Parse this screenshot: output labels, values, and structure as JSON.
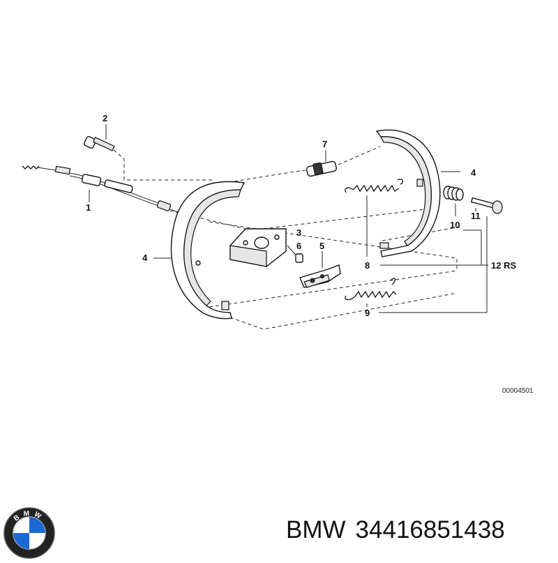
{
  "diagram": {
    "labels": {
      "l1": "1",
      "l2": "2",
      "l3": "3",
      "l4a": "4",
      "l4b": "4",
      "l5": "5",
      "l6": "6",
      "l7": "7",
      "l8": "8",
      "l9": "9",
      "l10": "10",
      "l11": "11",
      "l12": "12 RS"
    },
    "reference_code": "00004501"
  },
  "footer": {
    "logo_text": "BMW",
    "brand": "BMW",
    "part_number": "34416851438"
  },
  "colors": {
    "line": "#111111",
    "logo_blue": "#1c69d4",
    "logo_ring": "#222222"
  }
}
